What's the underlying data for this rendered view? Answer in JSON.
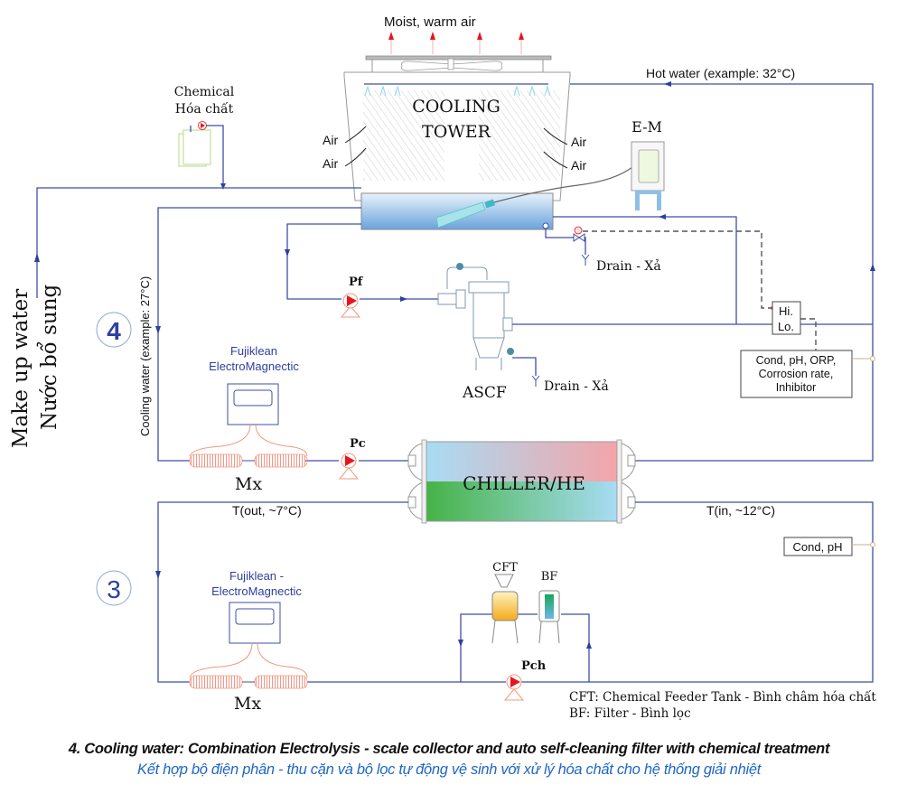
{
  "labels": {
    "exhaust": "Moist, warm air",
    "tower_line1": "COOLING",
    "tower_line2": "TOWER",
    "air": "Air",
    "hot_water": "Hot water (example: 32°C)",
    "em": "E-M",
    "chemical_en": "Chemical",
    "chemical_vi": "Hóa chất",
    "makeup_en": "Make up water",
    "makeup_vi": "Nước bổ sung",
    "cooling_water": "Cooling water (example: 27°C)",
    "circuit_4": "4",
    "circuit_3": "3",
    "pump_filter": "Pf",
    "pump_cooling": "Pc",
    "pump_chem": "Pch",
    "drain": "Drain - Xả",
    "ascf": "ASCF",
    "hi": "Hi.",
    "lo": "Lo.",
    "monitor_line1": "Cond, pH, ORP,",
    "monitor_line2": "Corrosion rate,",
    "monitor_line3": "Inhibitor",
    "fuji_top_line1": "Fujiklean",
    "fuji_top_line2": "ElectroMagnectic",
    "fuji_bot_line1": "Fujiklean -",
    "fuji_bot_line2": "ElectroMagnectic",
    "mx": "Mx",
    "chiller": "CHILLER/HE",
    "t_out": "T(out, ~7°C)",
    "t_in": "T(in, ~12°C)",
    "cond_ph": "Cond, pH",
    "cft": "CFT",
    "bf": "BF",
    "legend_cft": "CFT: Chemical Feeder Tank - Bình châm hóa chất",
    "legend_bf": "BF: Filter - Bình lọc"
  },
  "caption": {
    "title_en": "4. Cooling water: Combination Electrolysis - scale collector and auto self-cleaning filter with chemical treatment",
    "title_vi": "Kết hợp bộ điện phân - thu cặn và bộ lọc tự động vệ sinh với xử lý hóa chất cho hệ thống giải nhiệt"
  },
  "colors": {
    "pipe": "#3f4fa8",
    "pump": "#e8141c",
    "hot": "#f2a7ab",
    "cold_blue": "#a8dcf4",
    "chilled_green": "#4cb748",
    "caption_vi": "#1f66c4",
    "fuji_label": "#2e3f9e"
  }
}
